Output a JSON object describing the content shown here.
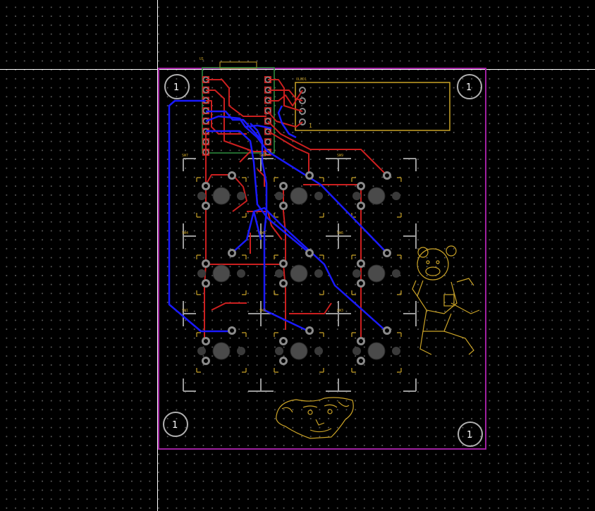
{
  "board": {
    "outline_color": "#a020a0",
    "crosshair_color": "#ffffff",
    "grid_color": "#555555"
  },
  "colors": {
    "top_copper": "#cc1f1f",
    "bottom_copper": "#1a1aff",
    "silkscreen": "#c9a227",
    "pad": "#8a8a8a",
    "keyswitch_outline": "#9a9a9a",
    "module_outline": "#2f8f3f"
  },
  "mounting_holes": [
    {
      "id": "H1",
      "label": "1"
    },
    {
      "id": "H2",
      "label": "1"
    },
    {
      "id": "H3",
      "label": "1"
    },
    {
      "id": "H4",
      "label": "1"
    }
  ],
  "components": {
    "mcu": {
      "ref": "U1"
    },
    "display": {
      "ref": "OLED1",
      "pin1_label": "1"
    },
    "switches": [
      {
        "ref": "SW7"
      },
      {
        "ref": "SW8"
      },
      {
        "ref": "SW9"
      },
      {
        "ref": "SW4"
      },
      {
        "ref": "SW5"
      },
      {
        "ref": "SW6"
      },
      {
        "ref": "SW1"
      },
      {
        "ref": "SW2"
      },
      {
        "ref": "SW3"
      }
    ]
  },
  "artwork": [
    {
      "name": "bear-astronaut-logo",
      "icon": "bear-icon"
    },
    {
      "name": "face-art-logo",
      "icon": "face-icon"
    }
  ]
}
